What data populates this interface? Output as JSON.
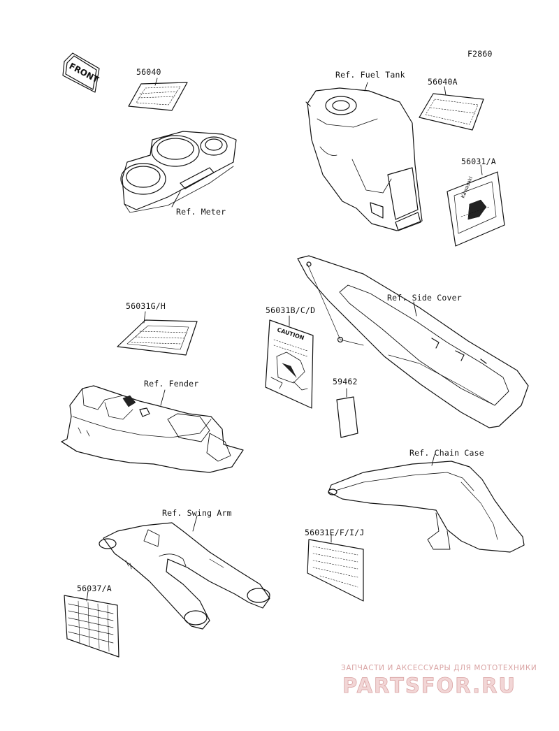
{
  "diagram_code": "F2860",
  "front_arrow": "FRONT",
  "parts": {
    "p56040": "56040",
    "p56040A": "56040A",
    "p56031A": "56031/A",
    "p56031GH": "56031G/H",
    "p56031BCD": "56031B/C/D",
    "p59462": "59462",
    "p56031EFIJ": "56031E/F/I/J",
    "p56037A": "56037/A"
  },
  "refs": {
    "fuel_tank": "Ref. Fuel Tank",
    "meter": "Ref. Meter",
    "side_cover": "Ref. Side Cover",
    "fender": "Ref. Fender",
    "chain_case": "Ref. Chain Case",
    "swing_arm": "Ref. Swing Arm"
  },
  "labels_text": {
    "caution": "CAUTION",
    "kawasaki": "Kawasaki"
  },
  "watermark": {
    "caption": "ЗАПЧАСТИ И АКСЕССУАРЫ ДЛЯ МОТОТЕХНИКИ",
    "logo": "PARTSFOR.RU"
  },
  "colors": {
    "ink": "#111111",
    "watermark": "#d9a3a3"
  }
}
